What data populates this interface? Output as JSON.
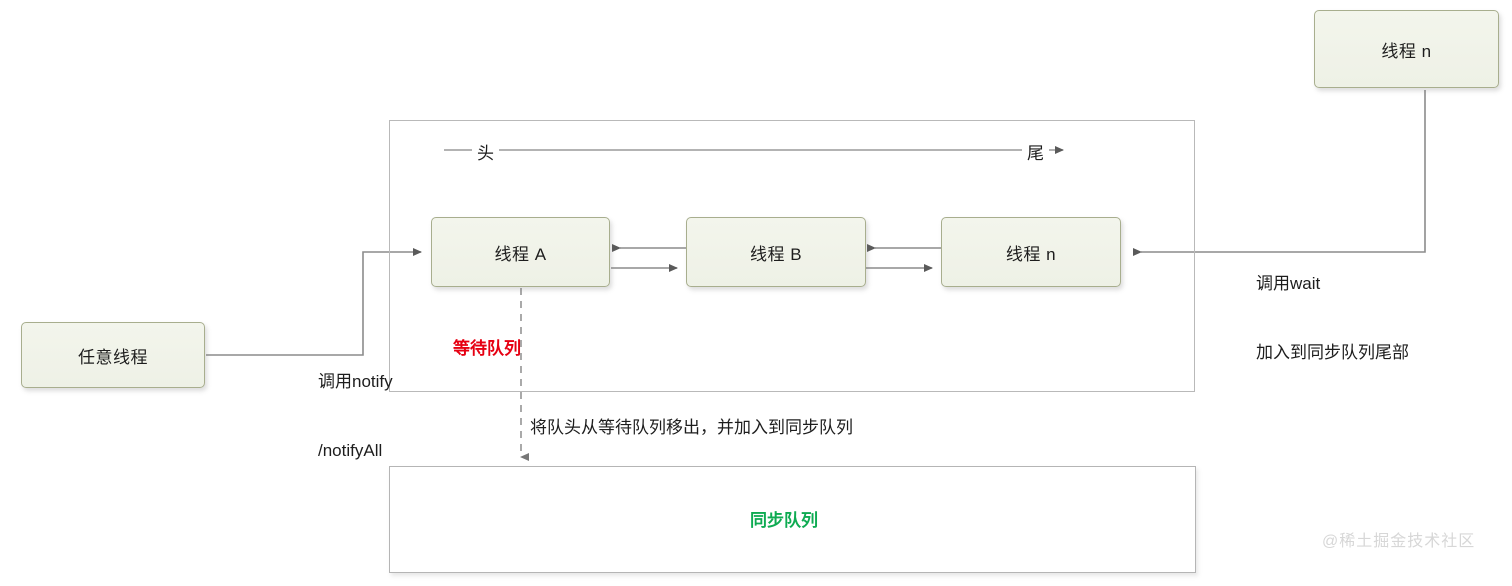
{
  "diagram": {
    "nodes": {
      "thread_n_top": "线程 n",
      "any_thread": "任意线程",
      "thread_a": "线程 A",
      "thread_b": "线程 B",
      "thread_n": "线程 n",
      "sync_queue": "同步队列"
    },
    "labels": {
      "head": "头",
      "tail": "尾",
      "wait_queue": "等待队列",
      "call_wait_line1": "调用wait",
      "call_wait_line2": "加入到同步队列尾部",
      "call_notify_line1": "调用notify",
      "call_notify_line2": "/notifyAll",
      "move_head": "将队头从等待队列移出，并加入到同步队列"
    },
    "colors": {
      "node_fill": "#f0f3e8",
      "node_border": "#a8ae8e",
      "wire": "#8c8c8c",
      "arrow": "#5a5a5a",
      "wait_queue_text": "#e60012",
      "sync_queue_text": "#0eab52",
      "watermark": "#d7d7d7"
    },
    "watermark": "@稀土掘金技术社区"
  }
}
